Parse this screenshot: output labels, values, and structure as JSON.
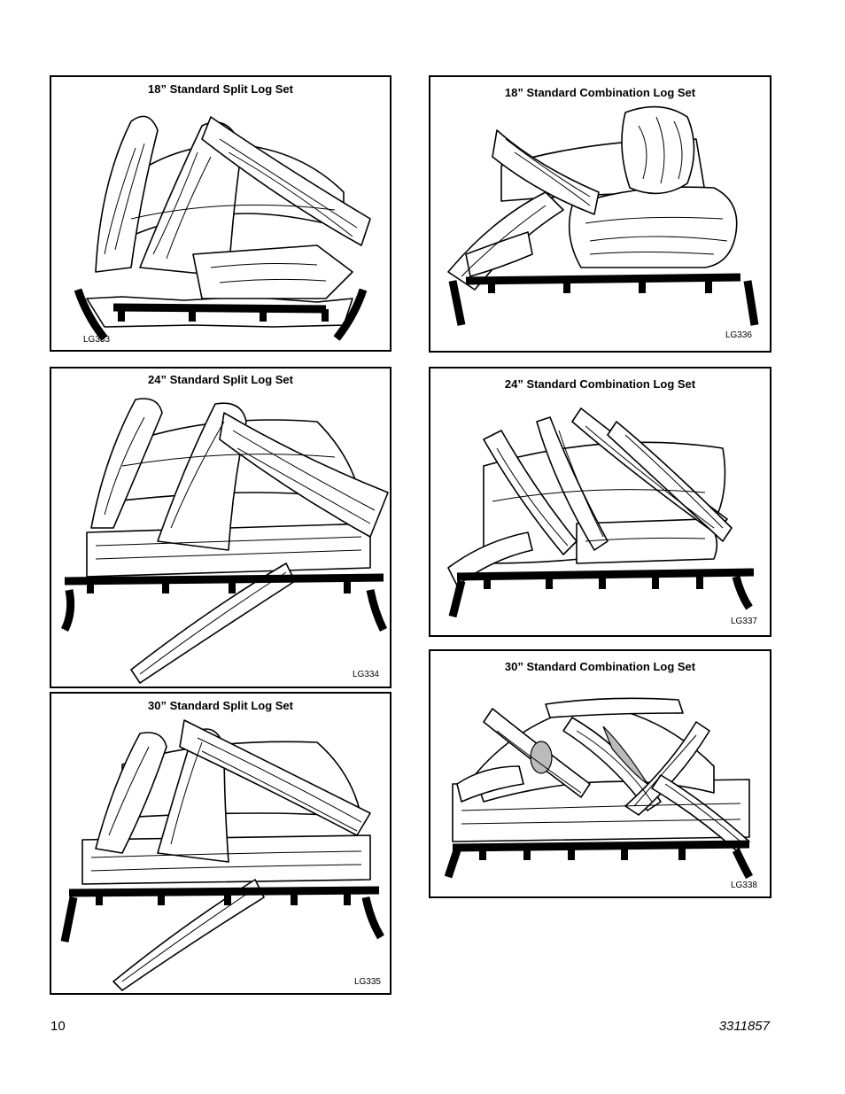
{
  "panels": [
    {
      "id": "p1",
      "title": "18” Standard Split Log Set",
      "code": "LG333"
    },
    {
      "id": "p2",
      "title": "18” Standard Combination Log Set",
      "code": "LG336"
    },
    {
      "id": "p3",
      "title": "24” Standard Split Log Set",
      "code": "LG334"
    },
    {
      "id": "p4",
      "title": "24” Standard Combination Log Set",
      "code": "LG337"
    },
    {
      "id": "p5",
      "title": "30” Standard Split Log Set",
      "code": "LG335"
    },
    {
      "id": "p6",
      "title": "30” Standard Combination Log Set",
      "code": "LG338"
    }
  ],
  "footer": {
    "page_number": "10",
    "document_number": "3311857"
  }
}
